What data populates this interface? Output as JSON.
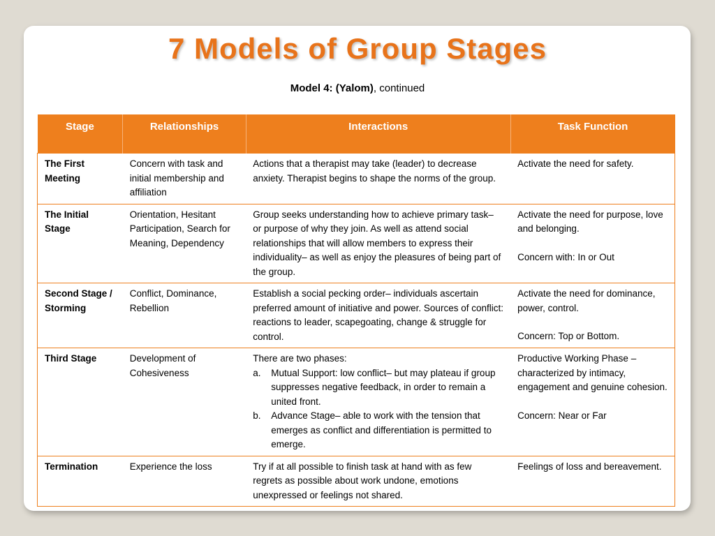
{
  "title": "7 Models of Group Stages",
  "subtitle_bold": "Model 4: (Yalom)",
  "subtitle_rest": ", continued",
  "headers": [
    "Stage",
    "Relationships",
    "Interactions",
    "Task Function"
  ],
  "rows": [
    {
      "stage": "The First Meeting",
      "relationships": "Concern with task and initial membership and affiliation",
      "interactions": "Actions that a therapist may take (leader) to decrease anxiety. Therapist begins to shape the norms of the group.",
      "task_1": "Activate the need for safety.",
      "task_2": ""
    },
    {
      "stage": "The Initial Stage",
      "relationships": "Orientation, Hesitant Participation, Search for Meaning, Dependency",
      "interactions": "Group seeks understanding how to achieve primary task– or purpose of why they join.  As well as attend social relationships that will allow members to express their individuality– as well as enjoy the pleasures of being part of the group.",
      "task_1": "Activate the need for purpose, love and belonging.",
      "task_2": "Concern with: In or Out"
    },
    {
      "stage": "Second Stage / Storming",
      "relationships": "Conflict, Dominance, Rebellion",
      "interactions": "Establish a social pecking order– individuals ascertain preferred amount of initiative and power.  Sources of conflict: reactions to leader, scapegoating, change & struggle for control.",
      "task_1": "Activate the need for dominance, power, control.",
      "task_2": "Concern: Top or Bottom."
    },
    {
      "stage": "Third Stage",
      "relationships": "Development of Cohesiveness",
      "interactions_intro": "There are two phases:",
      "interactions_a_marker": "a.",
      "interactions_a": "Mutual Support: low conflict– but may plateau if group suppresses negative feedback, in order to remain a united front.",
      "interactions_b_marker": "b.",
      "interactions_b": "Advance Stage– able to work with the tension that emerges as conflict and differentiation is permitted to emerge.",
      "task_1": "Productive Working Phase – characterized by intimacy, engagement and genuine cohesion.",
      "task_2": "Concern: Near or Far"
    },
    {
      "stage": "Termination",
      "relationships": "Experience the loss",
      "interactions": "Try if at all possible to finish task at hand with as few regrets as possible about work undone, emotions unexpressed or feelings not shared.",
      "task_1": "Feelings of loss and bereavement.",
      "task_2": ""
    }
  ],
  "colors": {
    "accent": "#ee7f1d",
    "title": "#e8731a",
    "background": "#dfdbd2"
  }
}
